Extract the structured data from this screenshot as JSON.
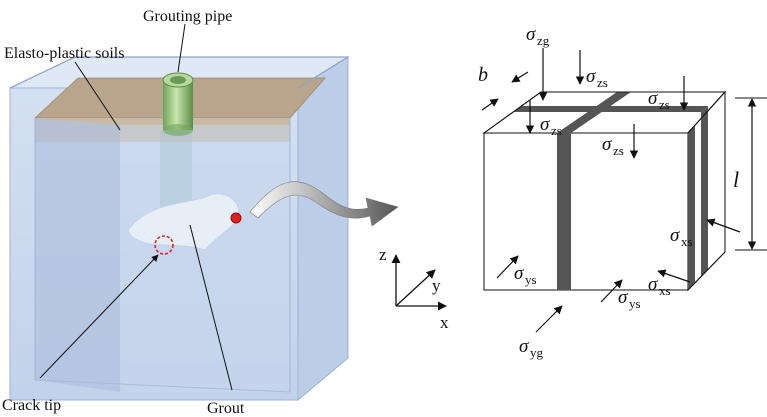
{
  "labels": {
    "grouting_pipe": "Grouting pipe",
    "elasto_plastic_soils": "Elasto-plastic soils",
    "crack_tip": "Crack tip",
    "grout": "Grout"
  },
  "axes": {
    "x": "x",
    "y": "y",
    "z": "z"
  },
  "symbols": {
    "sigma": "σ",
    "b": "b",
    "l": "l",
    "sub_zg": "zg",
    "sub_zs": "zs",
    "sub_xs": "xs",
    "sub_ys": "ys",
    "sub_yg": "yg"
  },
  "colors": {
    "box_fill": "#c9d8ee",
    "box_edge": "#9fb3d4",
    "soil": "#b9a58c",
    "pipe": "#8fc07a",
    "grout": "#e6eef8",
    "marker_red": "#e0201e",
    "gap": "#555555"
  }
}
